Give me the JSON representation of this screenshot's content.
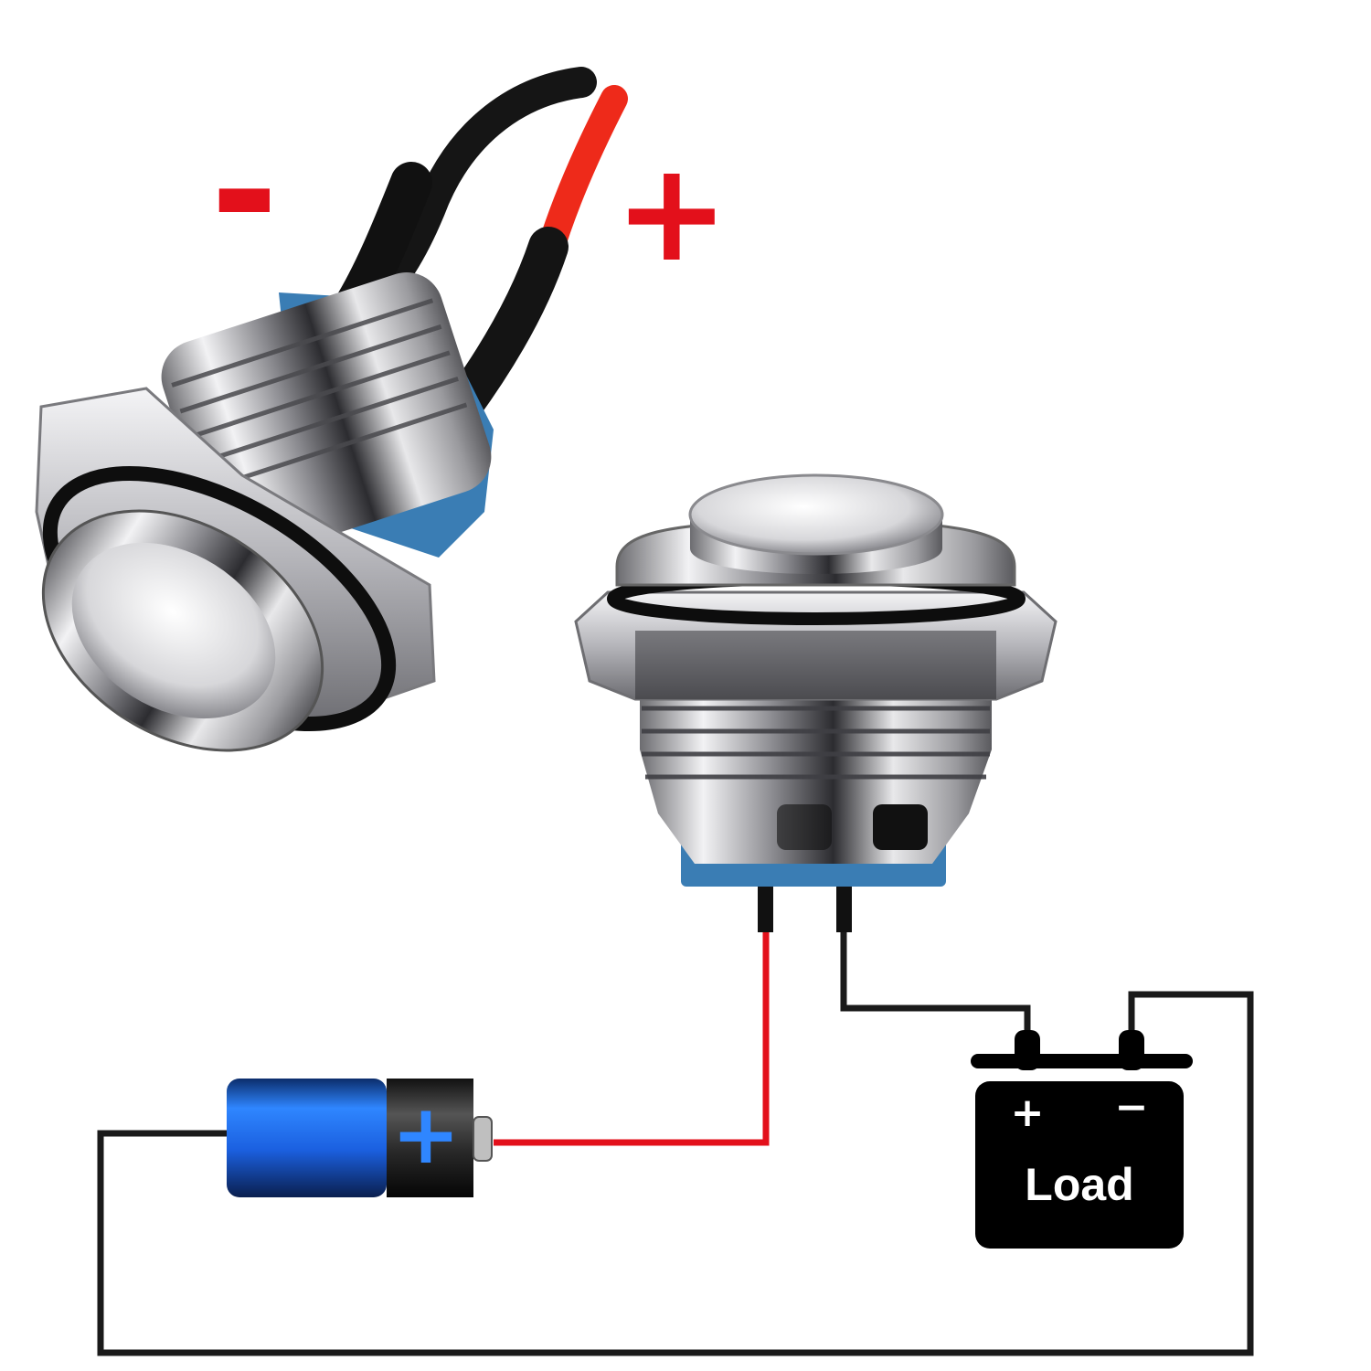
{
  "wire_labels": {
    "negative": "-",
    "positive": "+"
  },
  "load": {
    "label": "Load",
    "plus": "+",
    "minus": "−"
  },
  "battery": {
    "symbol": "+"
  },
  "colors": {
    "wire_red": "#e3101b",
    "wire_black": "#1a1a1a",
    "battery_blue": "#1e66e8",
    "load_black": "#000000",
    "metal_chrome": "#c9c9cc",
    "insulator_blue": "#3a7db4"
  },
  "icons": [
    "push-button-switch",
    "battery",
    "dc-load"
  ]
}
